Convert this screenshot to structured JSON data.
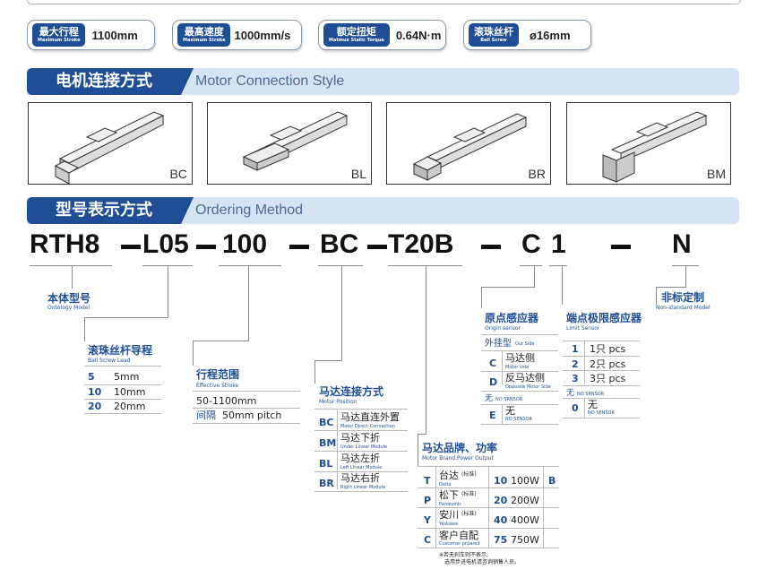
{
  "specs": [
    {
      "zh": "最大行程",
      "en": "Maximum Stroke",
      "value": "1100mm"
    },
    {
      "zh": "最高速度",
      "en": "Maximum Stroke",
      "value": "1000mm/s"
    },
    {
      "zh": "额定扭矩",
      "en": "Matmux Static Torque",
      "value": "0.64N·m"
    },
    {
      "zh": "滚珠丝杆",
      "en": "Ball Screw",
      "value": "ø16mm"
    }
  ],
  "motor_section": {
    "zh": "电机连接方式",
    "en": "Motor Connection Style",
    "codes": [
      "BC",
      "BL",
      "BR",
      "BM"
    ]
  },
  "order_section": {
    "zh": "型号表示方式",
    "en": "Ordering Method"
  },
  "code": {
    "s1": "RTH8",
    "s2": "L05",
    "s3": "100",
    "s4": "BC",
    "s5": "T20B",
    "s6": "C",
    "s7": "1",
    "s8": "N"
  },
  "ontology": {
    "zh": "本体型号",
    "en": "Ontology Model"
  },
  "lead": {
    "zh": "滚珠丝杆导程",
    "en": "Ball Screw Lead",
    "rows": [
      {
        "k": "5",
        "v": "5mm"
      },
      {
        "k": "10",
        "v": "10mm"
      },
      {
        "k": "20",
        "v": "20mm"
      }
    ]
  },
  "stroke": {
    "zh": "行程范围",
    "en": "Effective Stroke",
    "range": "50-1100mm",
    "pitch_label": "间隔",
    "pitch": "50mm pitch"
  },
  "motorpos": {
    "zh": "马达连接方式",
    "en": "Motor Position",
    "rows": [
      {
        "k": "BC",
        "zh": "马达直连外置",
        "en": "Motor Direct Connection"
      },
      {
        "k": "BM",
        "zh": "马达下折",
        "en": "Under Linear Module"
      },
      {
        "k": "BL",
        "zh": "马达左折",
        "en": "Left Linear Module"
      },
      {
        "k": "BR",
        "zh": "马达右折",
        "en": "Right Linear Module"
      }
    ]
  },
  "brand": {
    "zh": "马达品牌、功率",
    "en": "Motor Brand,Power Output",
    "suffix": "B",
    "rows": [
      {
        "k": "T",
        "zh": "台达",
        "tag": "(标准)",
        "en": "Delta",
        "pk": "10",
        "pw": "100W"
      },
      {
        "k": "P",
        "zh": "松下",
        "tag": "(标准)",
        "en": "Panasonic",
        "pk": "20",
        "pw": "200W"
      },
      {
        "k": "Y",
        "zh": "安川",
        "tag": "(标准)",
        "en": "Yaskawa",
        "pk": "40",
        "pw": "400W"
      },
      {
        "k": "C",
        "zh": "客户自配",
        "tag": "",
        "en": "Customer prpared",
        "pk": "75",
        "pw": "750W"
      }
    ],
    "note1": "※若无刹车则不表示;",
    "note2": "选用步进电机请咨询销售人员。"
  },
  "origin": {
    "zh": "原点感应器",
    "en": "Origin sensor",
    "out_zh": "外挂型",
    "out_en": "Out Side",
    "rows": [
      {
        "k": "C",
        "zh": "马达侧",
        "en": "Motor side"
      },
      {
        "k": "D",
        "zh": "反马达侧",
        "en": "Opposite Motor Side"
      }
    ],
    "none_zh": "无",
    "none_en": "NO SRNSOR",
    "e_k": "E",
    "e_zh": "无",
    "e_en": "NO SENSOR"
  },
  "limit": {
    "zh": "端点极限感应器",
    "en": "Limit Sensor",
    "rows": [
      {
        "k": "1",
        "v": "1只 pcs"
      },
      {
        "k": "2",
        "v": "2只 pcs"
      },
      {
        "k": "3",
        "v": "3只 pcs"
      }
    ],
    "none_zh": "无",
    "none_en": "NO SRNSOR",
    "z_k": "0",
    "z_zh": "无",
    "z_en": "NO SENSOR"
  },
  "nonstd": {
    "zh": "非标定制",
    "en": "Non-standard Model"
  }
}
